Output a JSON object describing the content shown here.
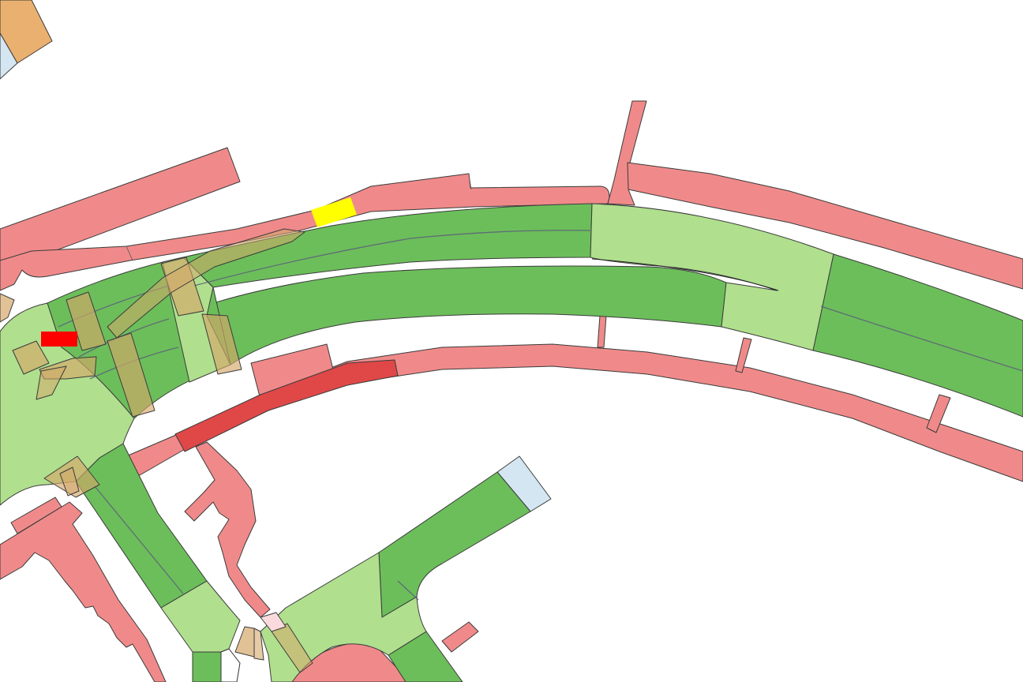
{
  "map": {
    "colors": {
      "sidewalk": "#f08a8a",
      "road": "#6cbe5a",
      "intersection": "#b0df8e",
      "crosswalk_overlay": "#d4a86a",
      "building": "#e9b06f",
      "water": "#d4e6f1",
      "selected_region": "#e04848",
      "marker_red": "#ff0000",
      "marker_yellow": "#ffff00",
      "background": "#ffffff"
    },
    "layers": [
      "sidewalk-layer",
      "road-layer",
      "intersection-layer",
      "lane-line-layer",
      "crosswalk-layer",
      "building-layer",
      "marker-layer"
    ],
    "markers": [
      {
        "name": "red-marker",
        "color_key": "marker_red"
      },
      {
        "name": "yellow-marker",
        "color_key": "marker_yellow"
      }
    ]
  }
}
